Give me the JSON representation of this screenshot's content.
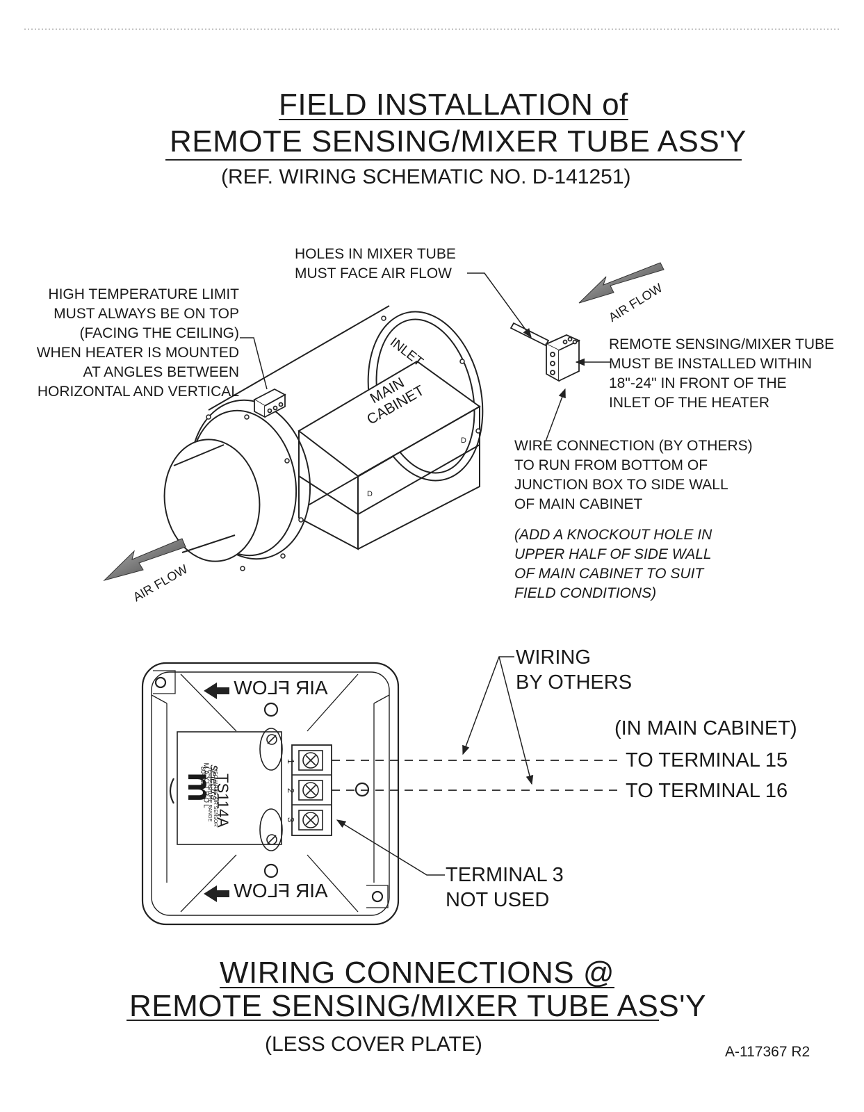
{
  "header": {
    "title_line1": "FIELD INSTALLATION of",
    "title_line2": "REMOTE SENSING/MIXER TUBE ASS'Y",
    "reference": "(REF. WIRING SCHEMATIC NO. D-141251)"
  },
  "isometric": {
    "holes_note": [
      "HOLES IN MIXER TUBE",
      "MUST FACE AIR FLOW"
    ],
    "limit_note": [
      "HIGH TEMPERATURE LIMIT",
      "MUST ALWAYS BE ON TOP",
      "(FACING THE CEILING)",
      "WHEN HEATER IS MOUNTED",
      "AT ANGLES BETWEEN",
      "HORIZONTAL AND VERTICAL"
    ],
    "sensing_note": [
      "REMOTE SENSING/MIXER TUBE",
      "MUST BE INSTALLED WITHIN",
      "18\"-24\" IN FRONT OF THE",
      "INLET OF THE HEATER"
    ],
    "wire_note": [
      "WIRE CONNECTION (BY OTHERS)",
      "TO RUN FROM  BOTTOM OF",
      "JUNCTION BOX TO SIDE WALL",
      "OF MAIN CABINET"
    ],
    "knockout_note": [
      "(ADD A KNOCKOUT HOLE IN",
      "UPPER HALF OF SIDE WALL",
      "OF MAIN CABINET TO SUIT",
      "FIELD CONDITIONS)"
    ],
    "inlet_label": "INLET",
    "cabinet_label": [
      "MAIN",
      "CABINET"
    ],
    "airflow_in_label": "AIR FLOW",
    "airflow_out_label": "AIR FLOW",
    "door_mark": "D"
  },
  "junction": {
    "airflow_top": "AIR FLOW",
    "airflow_bottom": "AIR FLOW",
    "brand_mark": "m",
    "brand_line1": "MAXITROL",
    "brand_line2": "Selectra",
    "model": "TS114A",
    "sensor_desc_1": "DISCHARGE AIR SENSOR",
    "sensor_desc_2": "TEMPERATURE RANGE",
    "sensor_range": "80-130°",
    "terminal_numbers": [
      "1",
      "2",
      "3"
    ]
  },
  "wiring": {
    "by_others": [
      "WIRING",
      "BY OTHERS"
    ],
    "in_cabinet": "(IN MAIN CABINET)",
    "terminal_15": "TO TERMINAL 15",
    "terminal_16": "TO TERMINAL 16",
    "terminal_3_note": [
      "TERMINAL 3",
      "NOT USED"
    ]
  },
  "footer": {
    "title_line1": "WIRING CONNECTIONS @",
    "title_line2": "REMOTE SENSING/MIXER TUBE ASS'Y",
    "subtitle": "(LESS COVER PLATE)",
    "drawing_number": "A-117367 R2"
  }
}
